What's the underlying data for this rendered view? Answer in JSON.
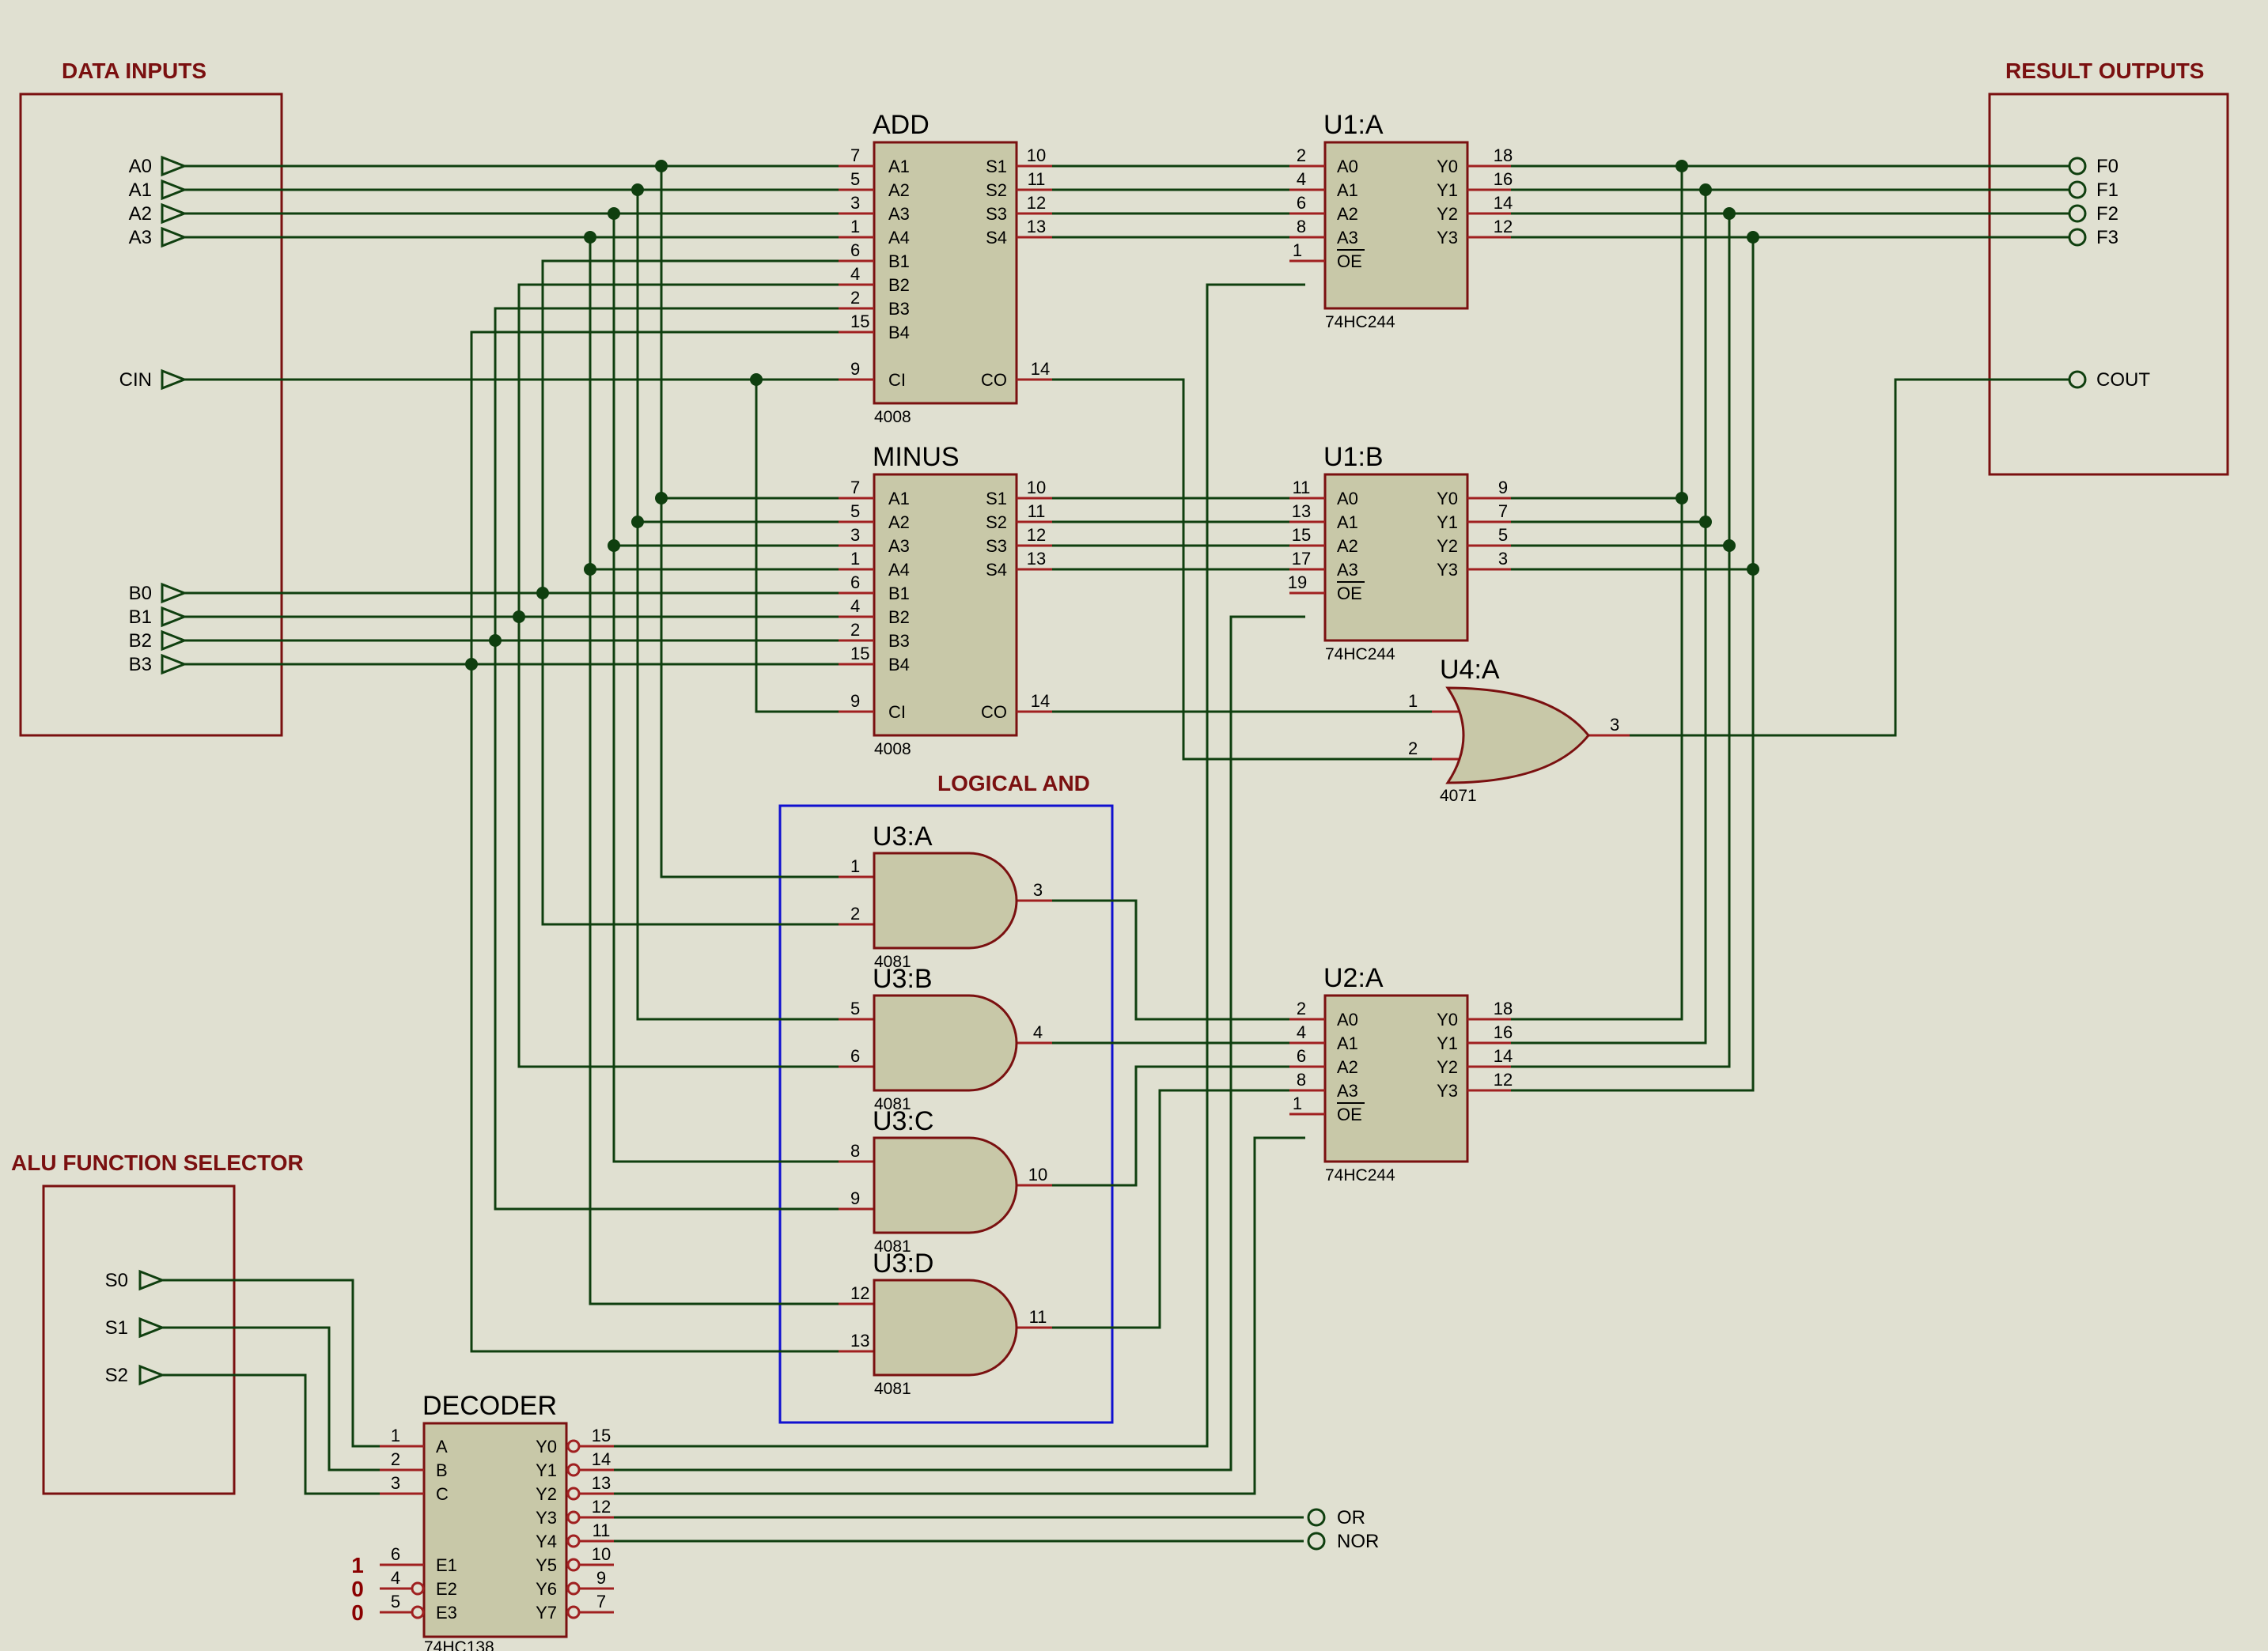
{
  "sections": {
    "data_inputs": "DATA INPUTS",
    "result_outputs": "RESULT OUTPUTS",
    "alu_selector": "ALU FUNCTION SELECTOR",
    "logical_and": "LOGICAL AND"
  },
  "inputs": {
    "a": [
      "A0",
      "A1",
      "A2",
      "A3"
    ],
    "cin": "CIN",
    "b": [
      "B0",
      "B1",
      "B2",
      "B3"
    ],
    "s": [
      "S0",
      "S1",
      "S2"
    ]
  },
  "outputs": {
    "f": [
      "F0",
      "F1",
      "F2",
      "F3"
    ],
    "cout": "COUT",
    "or": "OR",
    "nor": "NOR"
  },
  "adders": [
    {
      "ref": "ADD",
      "part": "4008"
    },
    {
      "ref": "MINUS",
      "part": "4008"
    }
  ],
  "adder_pins": {
    "left": [
      "A1",
      "A2",
      "A3",
      "A4",
      "B1",
      "B2",
      "B3",
      "B4"
    ],
    "left_nums": [
      "7",
      "5",
      "3",
      "1",
      "6",
      "4",
      "2",
      "15"
    ],
    "ci": "CI",
    "ci_num": "9",
    "right": [
      "S1",
      "S2",
      "S3",
      "S4"
    ],
    "right_nums": [
      "10",
      "11",
      "12",
      "13"
    ],
    "co": "CO",
    "co_num": "14"
  },
  "buffers": [
    {
      "ref": "U1:A",
      "part": "74HC244",
      "in_nums": [
        "2",
        "4",
        "6",
        "8"
      ],
      "out_nums": [
        "18",
        "16",
        "14",
        "12"
      ],
      "oe_num": "1"
    },
    {
      "ref": "U1:B",
      "part": "74HC244",
      "in_nums": [
        "11",
        "13",
        "15",
        "17"
      ],
      "out_nums": [
        "9",
        "7",
        "5",
        "3"
      ],
      "oe_num": "19"
    },
    {
      "ref": "U2:A",
      "part": "74HC244",
      "in_nums": [
        "2",
        "4",
        "6",
        "8"
      ],
      "out_nums": [
        "18",
        "16",
        "14",
        "12"
      ],
      "oe_num": "1"
    }
  ],
  "buffer_pins": {
    "in": [
      "A0",
      "A1",
      "A2",
      "A3"
    ],
    "out": [
      "Y0",
      "Y1",
      "Y2",
      "Y3"
    ],
    "oe": "OE"
  },
  "or_gate": {
    "ref": "U4:A",
    "part": "4071",
    "in_nums": [
      "1",
      "2"
    ],
    "out_num": "3"
  },
  "and_gates": [
    {
      "ref": "U3:A",
      "part": "4081",
      "in_nums": [
        "1",
        "2"
      ],
      "out_num": "3"
    },
    {
      "ref": "U3:B",
      "part": "4081",
      "in_nums": [
        "5",
        "6"
      ],
      "out_num": "4"
    },
    {
      "ref": "U3:C",
      "part": "4081",
      "in_nums": [
        "8",
        "9"
      ],
      "out_num": "10"
    },
    {
      "ref": "U3:D",
      "part": "4081",
      "in_nums": [
        "12",
        "13"
      ],
      "out_num": "11"
    }
  ],
  "decoder": {
    "ref": "DECODER",
    "part": "74HC138",
    "in": [
      "A",
      "B",
      "C"
    ],
    "in_nums": [
      "1",
      "2",
      "3"
    ],
    "en": [
      "E1",
      "E2",
      "E3"
    ],
    "en_nums": [
      "6",
      "4",
      "5"
    ],
    "en_levels": [
      "1",
      "0",
      "0"
    ],
    "out": [
      "Y0",
      "Y1",
      "Y2",
      "Y3",
      "Y4",
      "Y5",
      "Y6",
      "Y7"
    ],
    "out_nums": [
      "15",
      "14",
      "13",
      "12",
      "11",
      "10",
      "9",
      "7"
    ]
  },
  "colors": {
    "wire": "#0f3f0f",
    "body": "#c8c8a8",
    "outline": "#7a1010",
    "frame_blue": "#1010d0",
    "background": "#e0e0d1"
  }
}
